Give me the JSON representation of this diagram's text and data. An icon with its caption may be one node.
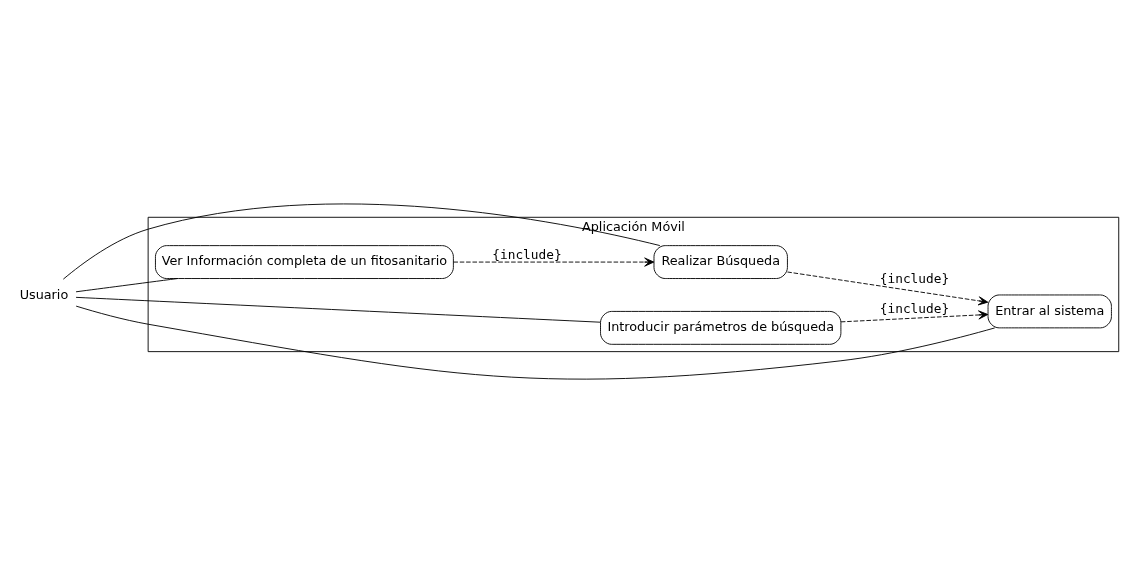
{
  "diagram": {
    "nodes": [
      {
        "text": [
          "Usuario"
        ]
      },
      {
        "text": [
          "Aplicación Móvil"
        ]
      },
      {
        "text": [
          "Introducir parámetros de búsqueda"
        ],
        "in": 1
      },
      {
        "text": [
          "Entrar al sistema"
        ],
        "in": 1
      },
      {
        "text": [
          "Realizar Búsqueda"
        ],
        "in": 1
      },
      {
        "text": [
          "Ver Información completa de un fitosanitario"
        ],
        "in": 1
      }
    ],
    "edges": [
      {
        "from": 0,
        "to": 2,
        "arrow": "none"
      },
      {
        "from": 0,
        "to": 3,
        "arrow": "none"
      },
      {
        "from": 0,
        "to": 4,
        "arrow": "none"
      },
      {
        "from": 0,
        "to": 5,
        "arrow": "none"
      },
      {
        "from": 2,
        "to": 3,
        "arrow": "to",
        "style": "dashed",
        "label": "{include}"
      },
      {
        "from": 4,
        "to": 3,
        "arrow": "to",
        "style": "dashed",
        "label": "{include}"
      },
      {
        "from": 5,
        "to": 4,
        "arrow": "to",
        "style": "dashed",
        "label": "{include}"
      }
    ]
  }
}
